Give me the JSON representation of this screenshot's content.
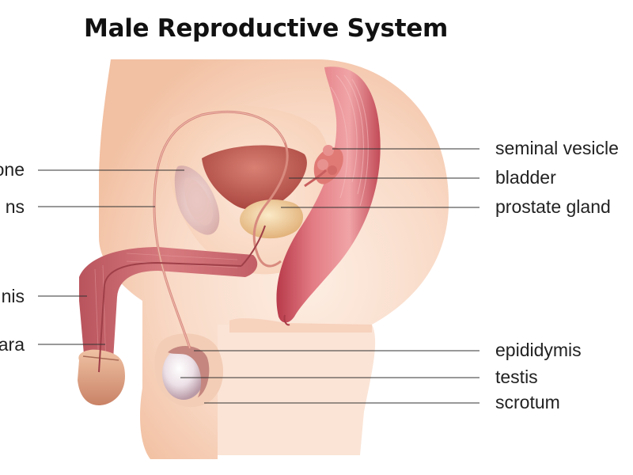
{
  "title": "Male Reproductive System",
  "labels": {
    "left": {
      "pubic_bone": "one",
      "vas_deferens": "ns",
      "penis": "nis",
      "urethra": "ara"
    },
    "right": {
      "seminal_vesicle": "seminal vesicle",
      "bladder": "bladder",
      "prostate_gland": "prostate gland",
      "epididymis": "epididymis",
      "testis": "testis",
      "scrotum": "scrotum"
    }
  },
  "colors": {
    "skin_light": "#fbe3d4",
    "skin_mid": "#f4c4a6",
    "organ_red": "#d4606a",
    "organ_dark": "#b8434f",
    "bladder": "#c8625e",
    "prostate": "#f1d3a4",
    "bone": "#eacbc8",
    "testis": "#f2e6ec",
    "leader_line": "#333333"
  }
}
